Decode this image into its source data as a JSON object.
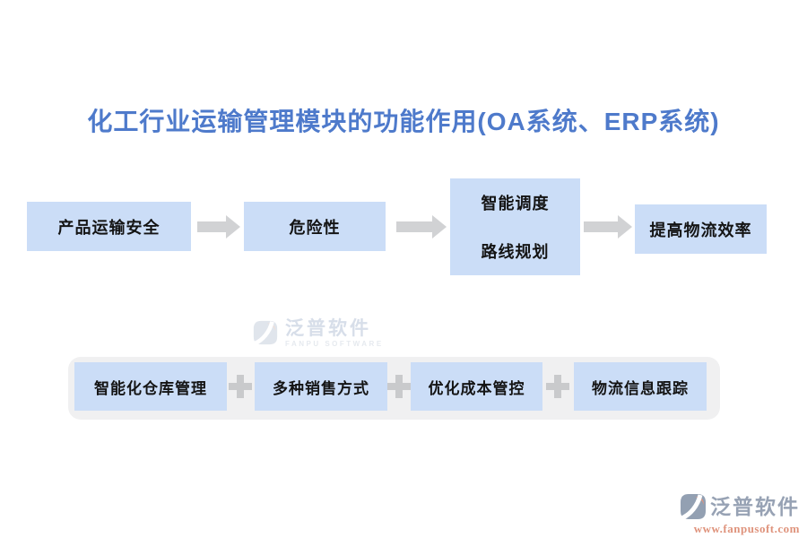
{
  "title": "化工行业运输管理模块的功能作用(OA系统、ERP系统)",
  "colors": {
    "title_blue": "#4E7ACB",
    "box_blue": "#CBDDF7",
    "arrow_gray": "#D1D2D4",
    "plus_gray": "#C9CACC",
    "panel_gray": "#F0F0F1",
    "logo_gray_blue": "#97A2B4",
    "logo_salmon": "#EA9379",
    "url_salmon": "#DF937C"
  },
  "flow": {
    "nodes": [
      {
        "label": "产品运输安全"
      },
      {
        "label": "危险性"
      },
      {
        "lines": [
          "智能调度",
          "路线规划"
        ]
      },
      {
        "label": "提高物流效率"
      }
    ]
  },
  "bottom": {
    "items": [
      {
        "label": "智能化仓库管理"
      },
      {
        "label": "多种销售方式"
      },
      {
        "label": "优化成本管控"
      },
      {
        "label": "物流信息跟踪"
      }
    ]
  },
  "watermark": {
    "name": "泛普软件",
    "subtitle": "FANPU SOFTWARE"
  },
  "footer_logo": {
    "name": "泛普软件",
    "url": "www.fanpusoft.com"
  }
}
